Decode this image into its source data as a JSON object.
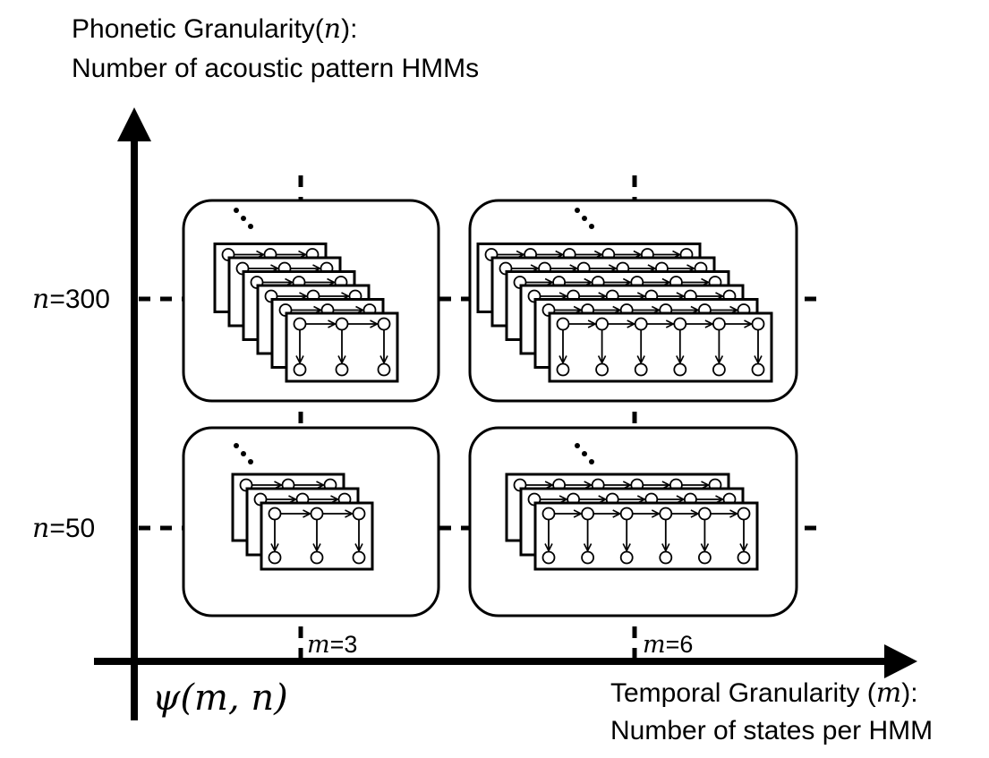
{
  "y_axis": {
    "line1_prefix": "Phonetic Granularity(",
    "line1_var": "n",
    "line1_suffix": "):",
    "line2": "Number of acoustic pattern HMMs"
  },
  "x_axis": {
    "line1_prefix": "Temporal Granularity (",
    "line1_var": "m",
    "line1_suffix": "):",
    "line2": "Number of states per HMM"
  },
  "y_ticks": [
    {
      "var": "n",
      "text": "=300"
    },
    {
      "var": "n",
      "text": "=50"
    }
  ],
  "x_ticks": [
    {
      "var": "m",
      "text": "=3"
    },
    {
      "var": "m",
      "text": "=6"
    }
  ],
  "origin_label": "ψ(m, n)",
  "ellipsis": "⋱",
  "grid_cells": [
    {
      "m": 3,
      "n": 300,
      "states_per_hmm": 3
    },
    {
      "m": 6,
      "n": 300,
      "states_per_hmm": 6
    },
    {
      "m": 3,
      "n": 50,
      "states_per_hmm": 3
    },
    {
      "m": 6,
      "n": 50,
      "states_per_hmm": 6
    }
  ]
}
